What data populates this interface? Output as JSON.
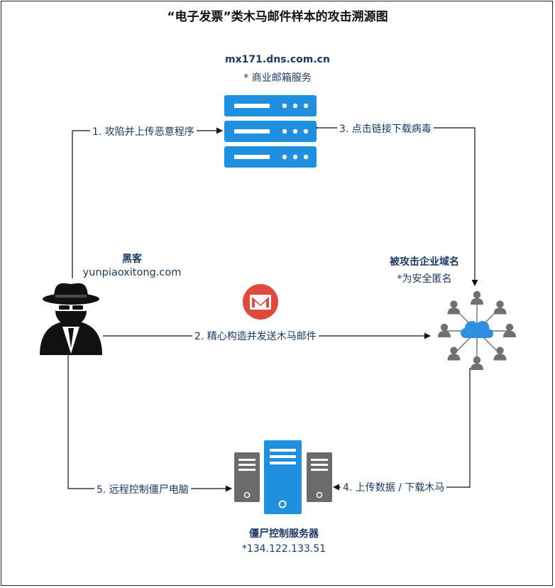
{
  "title": "“电子发票”类木马邮件样本的攻击溯源图",
  "nodes": {
    "mail_server": {
      "name": "mx171.dns.com.cn",
      "note": "* 商业邮箱服务"
    },
    "hacker": {
      "name": "黑客",
      "domain": "yunpiaoxitong.com"
    },
    "victim": {
      "name": "被攻击企业域名",
      "note": "*为安全匿名"
    },
    "c2": {
      "name": "僵尸控制服务器",
      "ip": "*134.122.133.51"
    }
  },
  "edges": {
    "e1": "1. 攻陷并上传恶意程序",
    "e2": "2. 精心构造并发送木马邮件",
    "e3": "3. 点击链接下载病毒",
    "e4": "4. 上传数据 / 下载木马",
    "e5": "5. 远程控制僵尸电脑"
  },
  "colors": {
    "server_blue": "#1f90e0",
    "server_gray": "#6b6b6b",
    "mail_red": "#e04a3c",
    "cloud_blue": "#2f8fe0",
    "user_gray": "#707070",
    "text_blue": "#1a3a66"
  },
  "icons": {
    "mail_server": "server-stack-icon",
    "hacker": "hacker-icon",
    "mail": "email-icon",
    "victim": "network-users-icon",
    "c2": "server-tower-icon"
  }
}
